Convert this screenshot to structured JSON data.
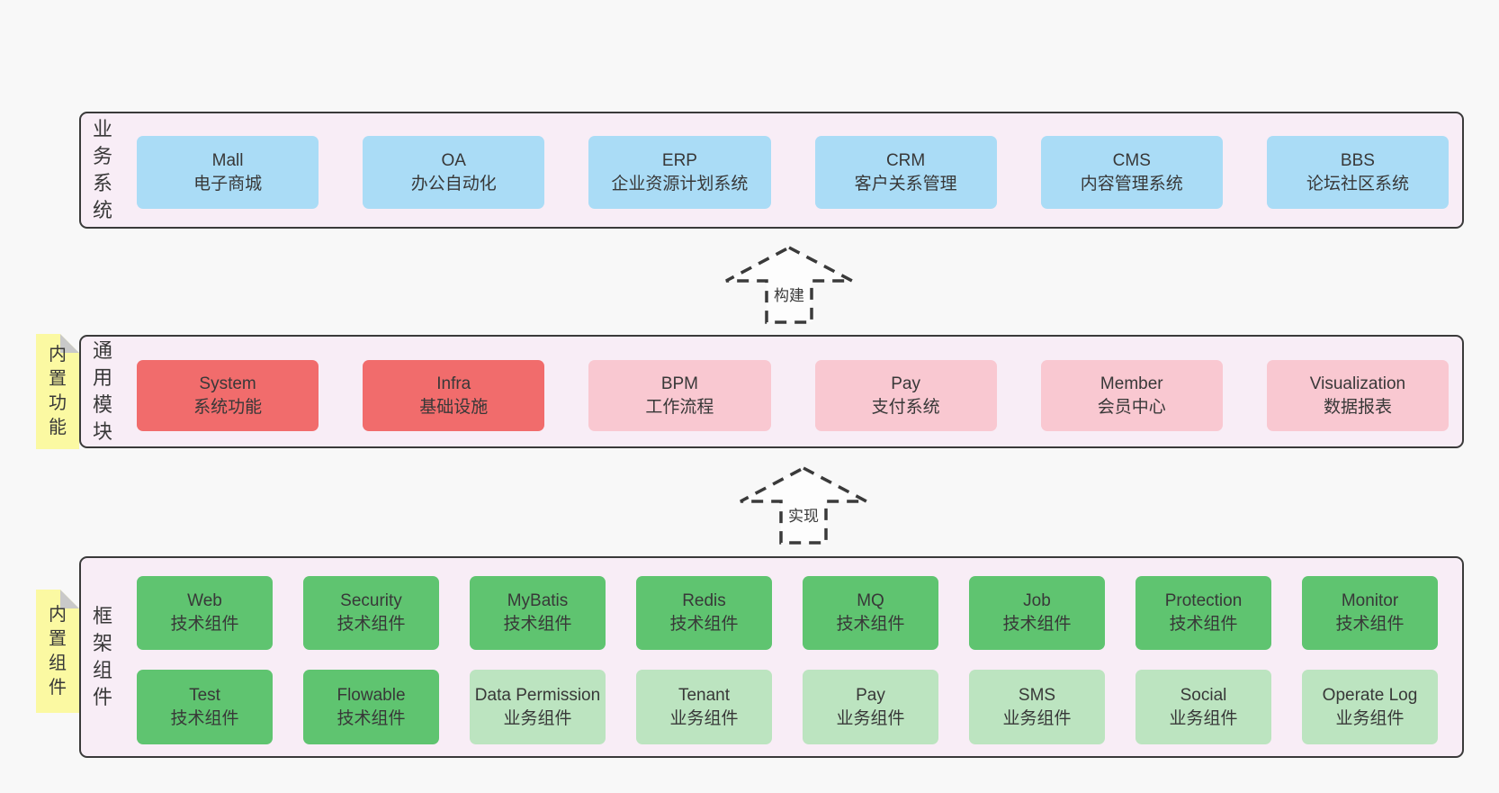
{
  "colors": {
    "page_bg": "#f8f8f8",
    "band_bg": "#f8edf6",
    "band_border": "#3a3a3a",
    "text": "#383838",
    "blue": "#aadcf6",
    "red": "#f16c6c",
    "pink": "#f9c8d1",
    "green": "#5fc470",
    "lightgreen": "#bce4c0",
    "sticky": "#fbf9a2",
    "fold": "#c9c9c9",
    "arrow_fill": "#fdfdfd"
  },
  "arrows": [
    {
      "label": "构建"
    },
    {
      "label": "实现"
    }
  ],
  "bands": [
    {
      "label": "业务系统",
      "sticky": null,
      "rows": [
        [
          {
            "en": "Mall",
            "zh": "电子商城",
            "color": "blue"
          },
          {
            "en": "OA",
            "zh": "办公自动化",
            "color": "blue"
          },
          {
            "en": "ERP",
            "zh": "企业资源计划系统",
            "color": "blue"
          },
          {
            "en": "CRM",
            "zh": "客户关系管理",
            "color": "blue"
          },
          {
            "en": "CMS",
            "zh": "内容管理系统",
            "color": "blue"
          },
          {
            "en": "BBS",
            "zh": "论坛社区系统",
            "color": "blue"
          }
        ]
      ]
    },
    {
      "label": "通用模块",
      "sticky": "内置功能",
      "rows": [
        [
          {
            "en": "System",
            "zh": "系统功能",
            "color": "red"
          },
          {
            "en": "Infra",
            "zh": "基础设施",
            "color": "red"
          },
          {
            "en": "BPM",
            "zh": "工作流程",
            "color": "pink"
          },
          {
            "en": "Pay",
            "zh": "支付系统",
            "color": "pink"
          },
          {
            "en": "Member",
            "zh": "会员中心",
            "color": "pink"
          },
          {
            "en": "Visualization",
            "zh": "数据报表",
            "color": "pink"
          }
        ]
      ]
    },
    {
      "label": "框架组件",
      "sticky": "内置组件",
      "rows": [
        [
          {
            "en": "Web",
            "zh": "技术组件",
            "color": "green"
          },
          {
            "en": "Security",
            "zh": "技术组件",
            "color": "green"
          },
          {
            "en": "MyBatis",
            "zh": "技术组件",
            "color": "green"
          },
          {
            "en": "Redis",
            "zh": "技术组件",
            "color": "green"
          },
          {
            "en": "MQ",
            "zh": "技术组件",
            "color": "green"
          },
          {
            "en": "Job",
            "zh": "技术组件",
            "color": "green"
          },
          {
            "en": "Protection",
            "zh": "技术组件",
            "color": "green"
          },
          {
            "en": "Monitor",
            "zh": "技术组件",
            "color": "green"
          }
        ],
        [
          {
            "en": "Test",
            "zh": "技术组件",
            "color": "green"
          },
          {
            "en": "Flowable",
            "zh": "技术组件",
            "color": "green"
          },
          {
            "en": "Data Permission",
            "zh": "业务组件",
            "color": "lightgreen"
          },
          {
            "en": "Tenant",
            "zh": "业务组件",
            "color": "lightgreen"
          },
          {
            "en": "Pay",
            "zh": "业务组件",
            "color": "lightgreen"
          },
          {
            "en": "SMS",
            "zh": "业务组件",
            "color": "lightgreen"
          },
          {
            "en": "Social",
            "zh": "业务组件",
            "color": "lightgreen"
          },
          {
            "en": "Operate Log",
            "zh": "业务组件",
            "color": "lightgreen"
          }
        ]
      ]
    }
  ]
}
